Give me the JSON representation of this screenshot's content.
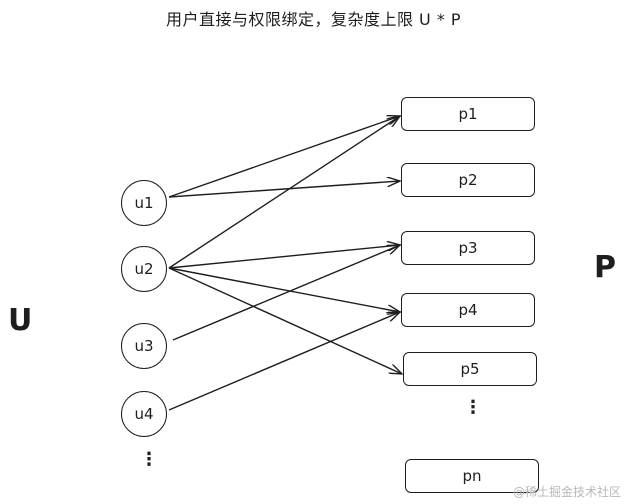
{
  "title": "用户直接与权限绑定，复杂度上限 U * P",
  "labels": {
    "users_set": "U",
    "perms_set": "P"
  },
  "users": [
    "u1",
    "u2",
    "u3",
    "u4"
  ],
  "permissions": [
    "p1",
    "p2",
    "p3",
    "p4",
    "p5",
    "pn"
  ],
  "edges": [
    {
      "from": "u1",
      "to": "p1"
    },
    {
      "from": "u1",
      "to": "p2"
    },
    {
      "from": "u2",
      "to": "p1"
    },
    {
      "from": "u2",
      "to": "p3"
    },
    {
      "from": "u2",
      "to": "p4"
    },
    {
      "from": "u2",
      "to": "p5"
    },
    {
      "from": "u3",
      "to": "p3"
    },
    {
      "from": "u4",
      "to": "p4"
    }
  ],
  "watermark": "@稀土掘金技术社区",
  "colors": {
    "stroke": "#1e1e1e",
    "background": "#ffffff",
    "watermark": "#b8b8b8"
  }
}
